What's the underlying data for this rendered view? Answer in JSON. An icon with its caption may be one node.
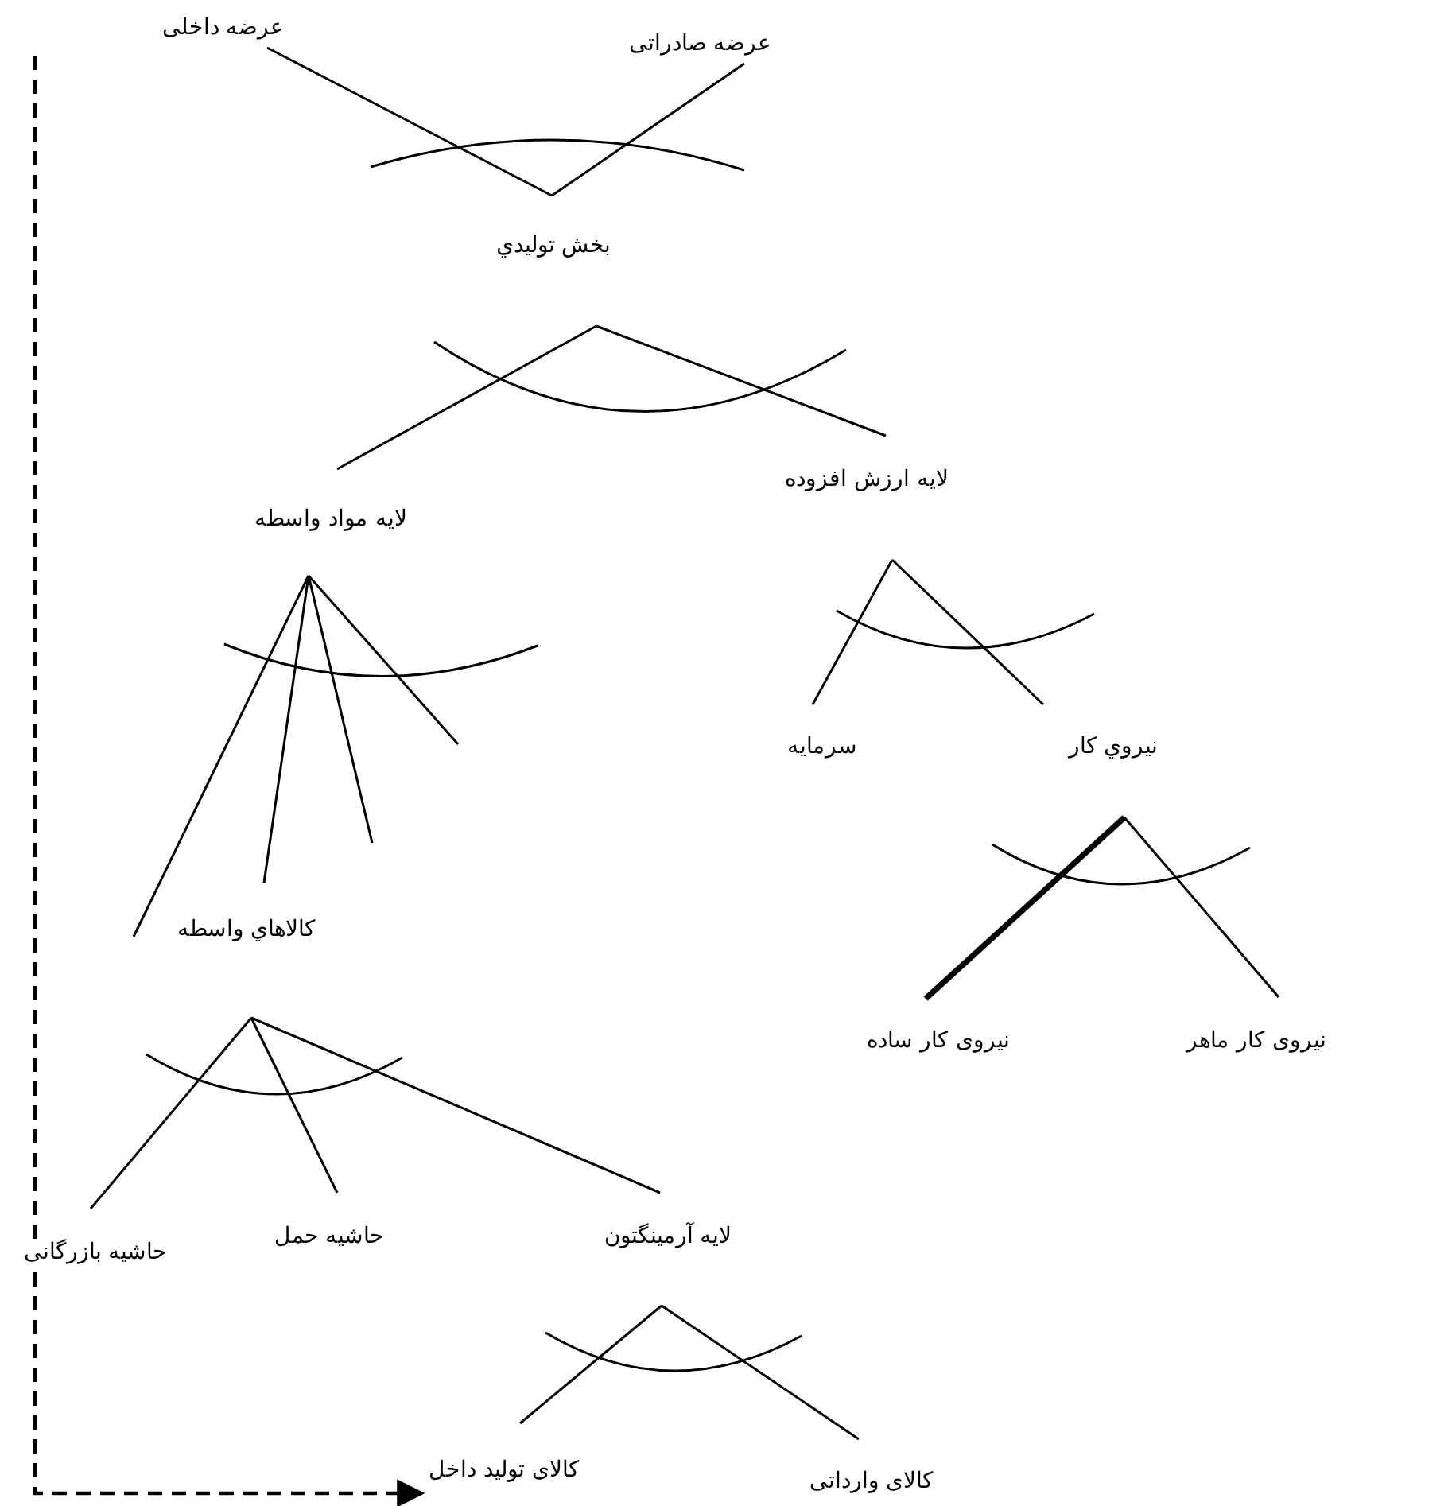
{
  "diagram": {
    "nodes": [
      {
        "text": [
          "عرضه داخلی"
        ]
      },
      {
        "text": [
          "عرضه صادراتی"
        ]
      },
      {
        "text": [
          "بخش توليدي"
        ]
      },
      {
        "text": [
          "لایه مواد واسطه"
        ]
      },
      {
        "text": [
          "لایه ارزش افزوده"
        ]
      },
      {
        "text": [
          "سرمایه"
        ]
      },
      {
        "text": [
          "نيروي كار"
        ]
      },
      {
        "text": [
          "كالاهاي واسطه"
        ]
      },
      {
        "text": [
          "نیروی کار ساده"
        ]
      },
      {
        "text": [
          "نیروی کار ماهر"
        ]
      },
      {
        "text": [
          "حاشیه بازرگانی"
        ]
      },
      {
        "text": [
          "حاشیه حمل"
        ]
      },
      {
        "text": [
          "لایه آرمینگتون"
        ]
      },
      {
        "text": [
          "کالای تولید داخل"
        ]
      },
      {
        "text": [
          "کالای وارداتی"
        ]
      }
    ],
    "edges": [
      {
        "from": 2,
        "to": 0,
        "arrow": "none"
      },
      {
        "from": 2,
        "to": 1,
        "arrow": "none"
      },
      {
        "from": 2,
        "to": 3,
        "arrow": "none"
      },
      {
        "from": 2,
        "to": 4,
        "arrow": "none"
      },
      {
        "from": 3,
        "to": 7,
        "arrow": "none"
      },
      {
        "from": 3,
        "to": null,
        "arrow": "none"
      },
      {
        "from": 3,
        "to": null,
        "arrow": "none"
      },
      {
        "from": 3,
        "to": null,
        "arrow": "none"
      },
      {
        "from": 4,
        "to": 5,
        "arrow": "none"
      },
      {
        "from": 4,
        "to": 6,
        "arrow": "none"
      },
      {
        "from": 6,
        "to": 8,
        "arrow": "none",
        "style": "thick"
      },
      {
        "from": 6,
        "to": 9,
        "arrow": "none"
      },
      {
        "from": 7,
        "to": 10,
        "arrow": "none"
      },
      {
        "from": 7,
        "to": 11,
        "arrow": "none"
      },
      {
        "from": 7,
        "to": 12,
        "arrow": "none"
      },
      {
        "from": 12,
        "to": 13,
        "arrow": "none"
      },
      {
        "from": 12,
        "to": 14,
        "arrow": "none"
      },
      {
        "from": null,
        "to": 13,
        "arrow": "to",
        "style": "dashed"
      }
    ]
  }
}
